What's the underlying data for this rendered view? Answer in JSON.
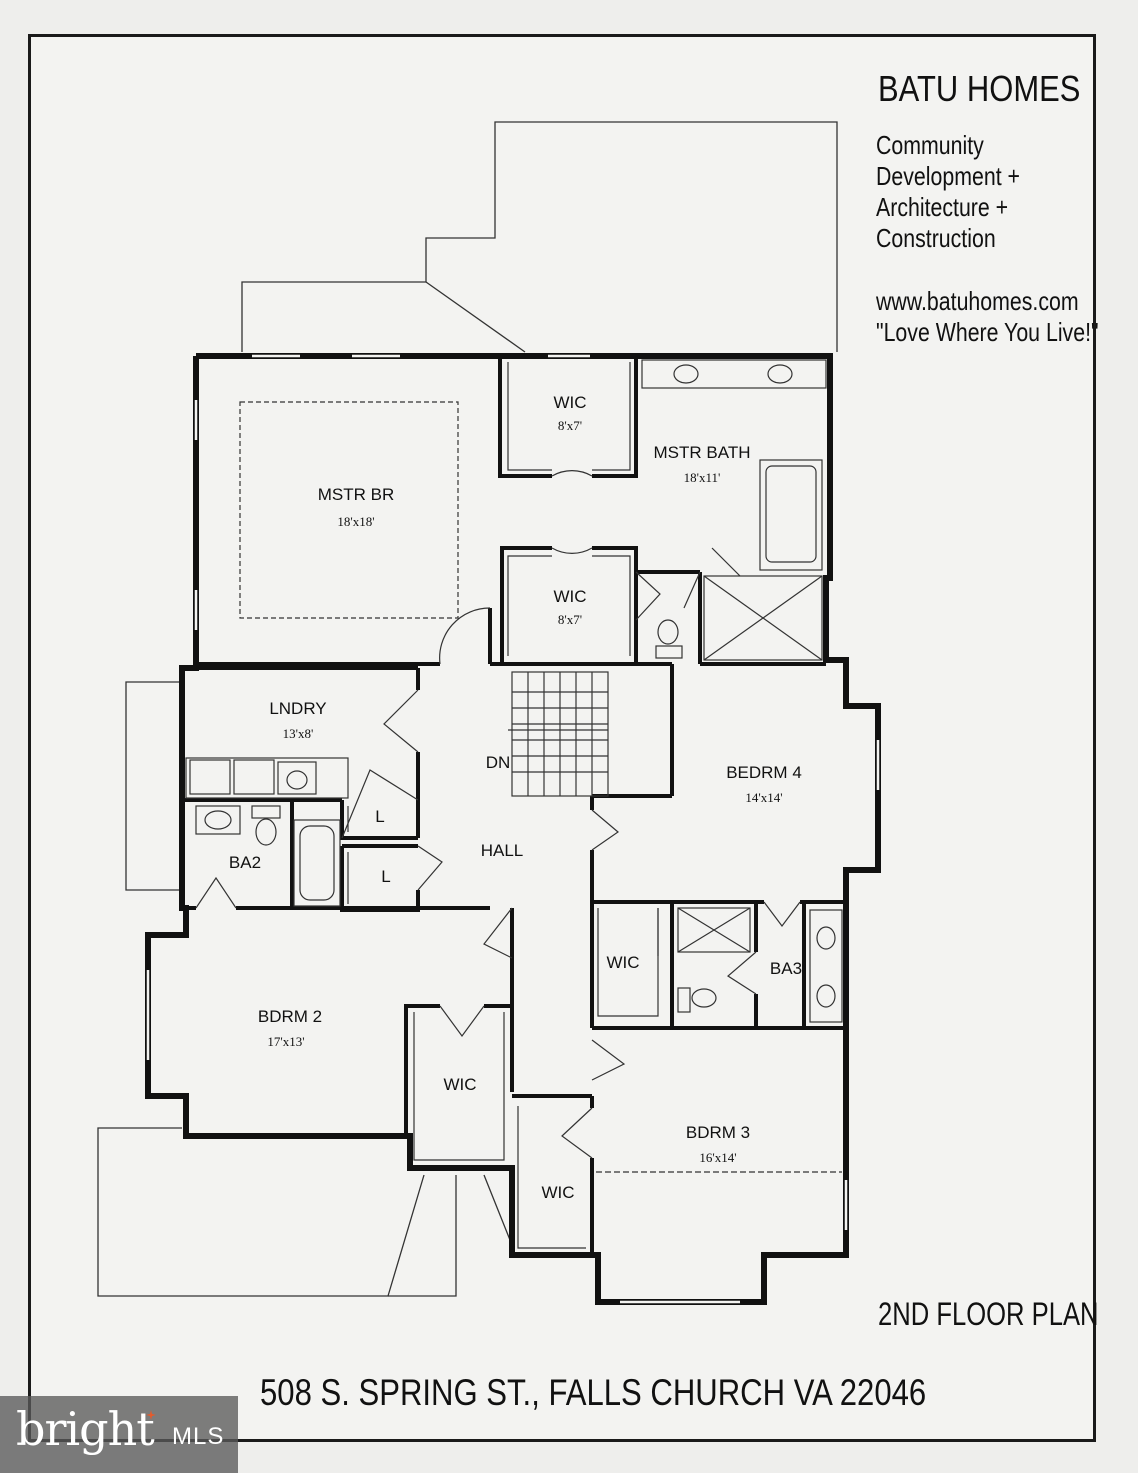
{
  "brand": {
    "name": "BATU HOMES",
    "tagline_lines": [
      "Community",
      "Development +",
      "Architecture +",
      "Construction"
    ],
    "website": "www.batuhomes.com",
    "slogan": "\"Love Where You Live!\""
  },
  "plan_title": "2ND FLOOR PLAN",
  "address": "508 S. SPRING ST., FALLS CHURCH VA 22046",
  "rooms": {
    "mstr_br": {
      "name": "MSTR BR",
      "dim": "18'x18'"
    },
    "wic_upper": {
      "name": "WIC",
      "dim": "8'x7'"
    },
    "wic_middle": {
      "name": "WIC",
      "dim": "8'x7'"
    },
    "mstr_bath": {
      "name": "MSTR BATH",
      "dim": "18'x11'"
    },
    "lndry": {
      "name": "LNDRY",
      "dim": "13'x8'"
    },
    "bedrm4": {
      "name": "BEDRM 4",
      "dim": "14'x14'"
    },
    "ba2": {
      "name": "BA2"
    },
    "linen1": {
      "name": "L"
    },
    "linen2": {
      "name": "L"
    },
    "hall": {
      "name": "HALL"
    },
    "stair_dn": {
      "name": "DN"
    },
    "bdrm2": {
      "name": "BDRM 2",
      "dim": "17'x13'"
    },
    "wic_bdrm2": {
      "name": "WIC"
    },
    "wic_ba3": {
      "name": "WIC"
    },
    "ba3": {
      "name": "BA3"
    },
    "bdrm3": {
      "name": "BDRM 3",
      "dim": "16'x14'"
    },
    "wic_bdrm3": {
      "name": "WIC"
    }
  },
  "watermark": {
    "brand": "bright",
    "suffix": "MLS"
  }
}
